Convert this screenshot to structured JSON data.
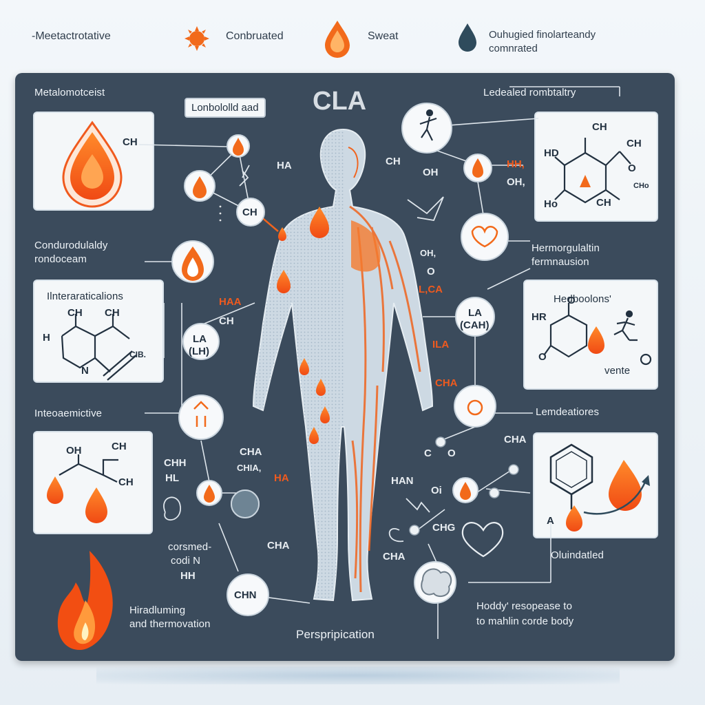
{
  "legend": {
    "item1": "-Meetactrotative",
    "item2": "Conbruated",
    "item3": "Sweat",
    "item4_line1": "Ouhugied finolarteandy",
    "item4_line2": "comnrated"
  },
  "title": "CLA",
  "title_tag": "Lonbololld aad",
  "labels": {
    "top_left": "Metalomotceist",
    "top_right": "Ledealed rombtaltry",
    "mid_left_line1": "Condurodulaldy",
    "mid_left_line2": "rondoceam",
    "interactions": "Ilnteraraticalions",
    "hermo_line1": "Hermorgulaltin",
    "hermo_line2": "fermnausion",
    "hedbo": "Hedboolons'",
    "intero": "Inteoaemictive",
    "lemde": "Lemdeatiores",
    "footer_left_line1": "Hiradluming",
    "footer_left_line2": "and thermovation",
    "footer_center": "Perspripication",
    "footer_right_line1": "Hoddy' resopease to",
    "footer_right_line2": "to mahlin corde body",
    "oluindadled": "Oluindatled",
    "corsed_line1": "corsmed-",
    "corsed_line2": "codi N",
    "eventie": "vente"
  },
  "chem": {
    "ch1": "CH",
    "ha1": "HA",
    "ch2": "CH",
    "ch3": "CH",
    "oh1": "OH",
    "hh1": "HH,",
    "oh2": "OH,",
    "ch_top1": "CH",
    "ch_top2": "CH",
    "hd": "HD",
    "o1": "O",
    "ho": "Ho",
    "ch_bottom": "CH",
    "cho": "CHo",
    "interact_ch1": "CH",
    "interact_ch2": "CH",
    "interact_h": "H",
    "interact_n": "N",
    "interact_cib": "CIB.",
    "haa": "HAA",
    "ch_mid": "CH",
    "la_line1": "LA",
    "la_line2": "(LH)",
    "lacha": "L,CA",
    "oh_mid": "OH,",
    "o_mid": "O",
    "la_right_line1": "LA",
    "la_right_line2": "(CAH)",
    "ila": "ILA",
    "cha_mid": "CHA",
    "cha_card": "CHA",
    "co": "C",
    "o_card": "O",
    "han": "HAN",
    "oi": "Oi",
    "chg": "CHG",
    "cha_low": "CHA",
    "cha_low2": "CHA",
    "oh_left": "OH",
    "ch_left": "CH",
    "ch_left2": "CH",
    "chh": "CHH",
    "hl": "HL",
    "cha_l1": "CHA",
    "cha_l2": "CHIA,",
    "ha_l": "HA",
    "cha_bottom": "CHA",
    "hh_bottom": "HH",
    "chn": "CHN",
    "hr": "HR",
    "o_hed": "O",
    "o_hed2": "O",
    "a_right": "A"
  },
  "colors": {
    "panel": "#3b4b5c",
    "card": "#f4f7f9",
    "accent_orange": "#f05a1e",
    "flame_light": "#ff9a3c",
    "drop_dark": "#2f4b5c"
  },
  "icons": {
    "sun": "sun-icon",
    "flame": "flame-icon",
    "drop": "drop-icon",
    "person": "running-person-icon",
    "heart": "heart-icon",
    "brain": "brain-icon"
  }
}
